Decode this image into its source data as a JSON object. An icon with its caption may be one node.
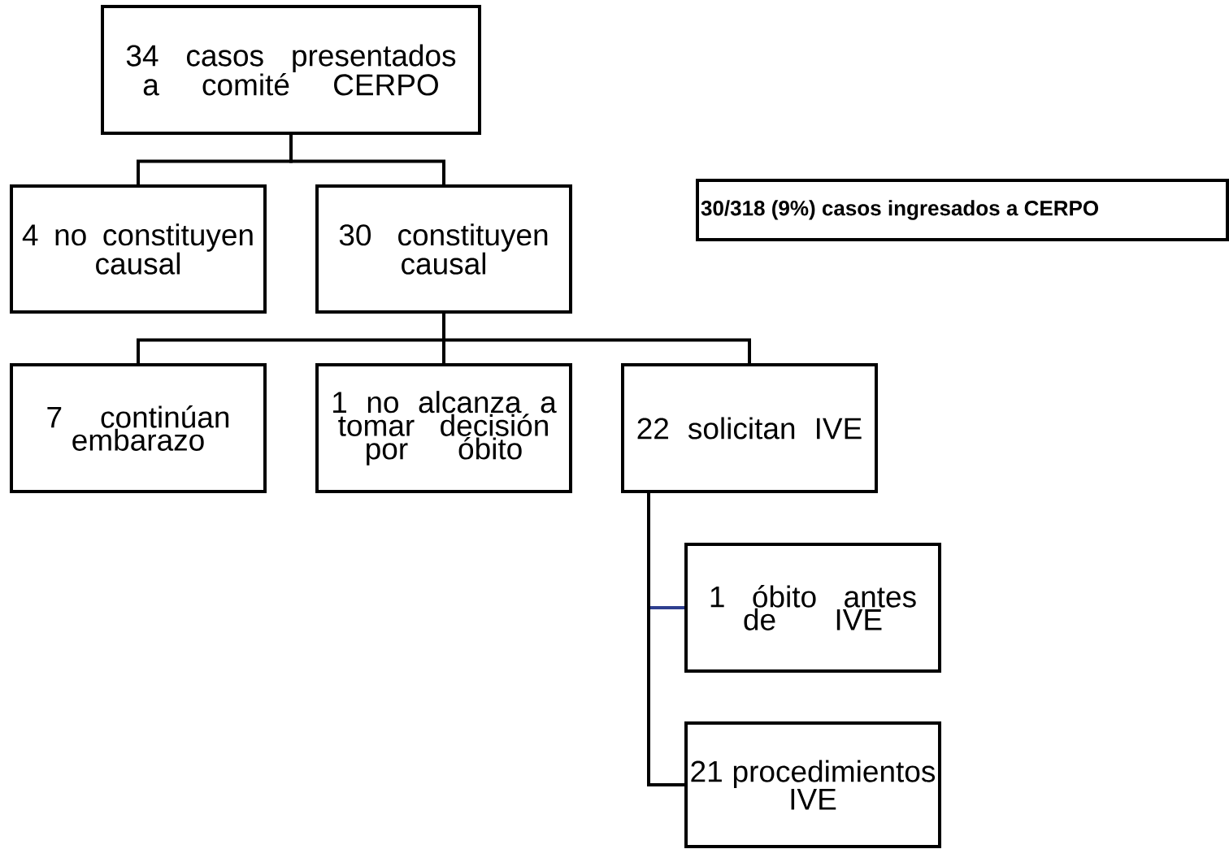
{
  "diagram": {
    "nodes": [
      {
        "text": [
          "34 casos presentados a comité CERPO"
        ]
      },
      {
        "text": [
          "4 no constituyen causal"
        ]
      },
      {
        "text": [
          "30 constituyen causal"
        ]
      },
      {
        "text": [
          "**30/318 (9%) casos ingresados a CERPO**"
        ]
      },
      {
        "text": [
          "7 continúan embarazo"
        ]
      },
      {
        "text": [
          "1 no alcanza a tomar decisión por óbito"
        ]
      },
      {
        "text": [
          "22 solicitan IVE"
        ]
      },
      {
        "text": [
          "1 óbito antes de IVE"
        ]
      },
      {
        "text": [
          "21 procedimientos IVE"
        ]
      }
    ],
    "edges": [
      {
        "from": 0,
        "to": 1,
        "arrow": "none"
      },
      {
        "from": 0,
        "to": 2,
        "arrow": "none"
      },
      {
        "from": 2,
        "to": 4,
        "arrow": "none"
      },
      {
        "from": 2,
        "to": 5,
        "arrow": "none"
      },
      {
        "from": 2,
        "to": 6,
        "arrow": "none"
      },
      {
        "from": 6,
        "to": 7,
        "arrow": "none",
        "color": "#2e3f8f"
      },
      {
        "from": 6,
        "to": 8,
        "arrow": "none"
      }
    ]
  }
}
